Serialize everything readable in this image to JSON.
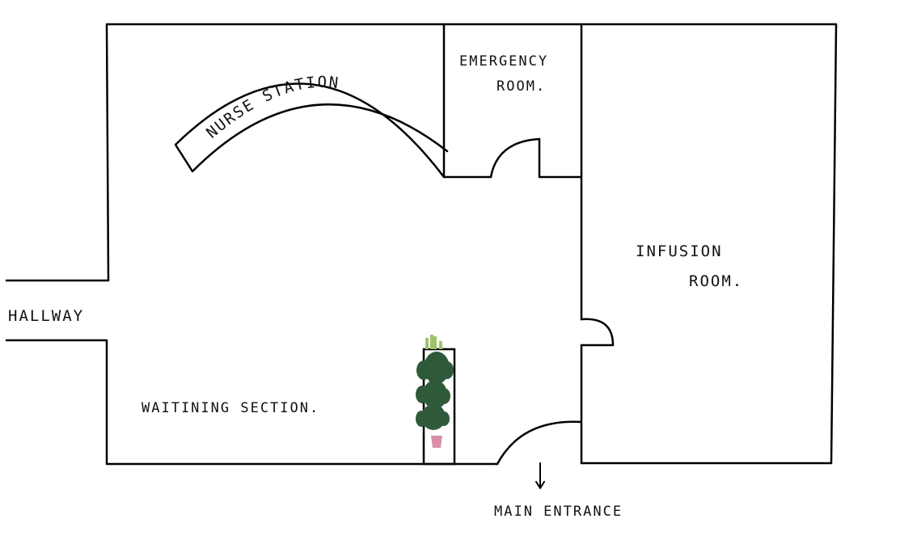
{
  "labels": {
    "nurse_station": "NURSE STATION",
    "emergency_line1": "EMERGENCY",
    "emergency_line2": "ROOM.",
    "infusion_line1": "INFUSION",
    "infusion_line2": "ROOM.",
    "hallway": "HALLWAY",
    "waiting": "WAITINING SECTION.",
    "main_entrance": "MAIN ENTRANCE"
  },
  "colors": {
    "wall": "#000000",
    "leaf": "#2f5a3a",
    "pot": "#d98fa8",
    "sprout": "#9cc36a"
  }
}
